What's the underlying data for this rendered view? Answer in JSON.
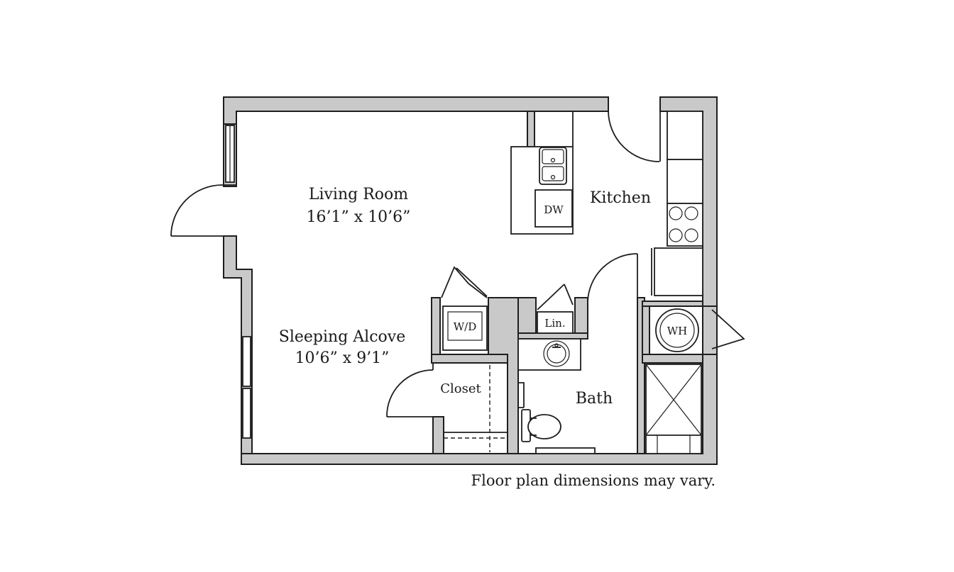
{
  "rooms": {
    "living": {
      "name": "Living Room",
      "dims": "16’1” x 10’6”"
    },
    "alcove": {
      "name": "Sleeping Alcove",
      "dims": "10’6” x 9’1”"
    },
    "kitchen": {
      "name": "Kitchen"
    },
    "closet": {
      "name": "Closet"
    },
    "bath": {
      "name": "Bath"
    }
  },
  "fixtures": {
    "dishwasher": "DW",
    "washer_dryer": "W/D",
    "linen": "Lin.",
    "water_heater": "WH"
  },
  "note": "Floor plan dimensions may vary."
}
